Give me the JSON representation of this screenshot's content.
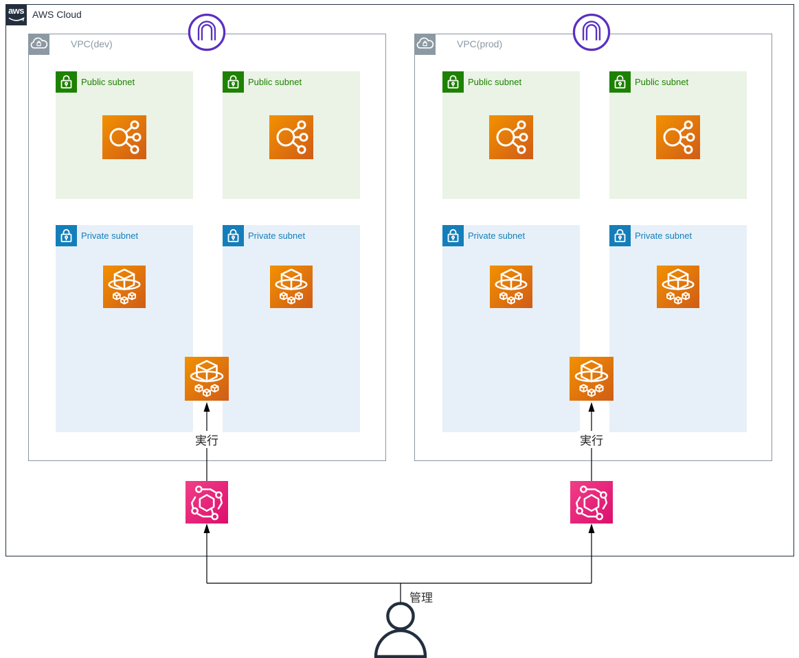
{
  "header": {
    "logo_text": "aws",
    "label": "AWS Cloud"
  },
  "vpcs": [
    {
      "label": "VPC(dev)"
    },
    {
      "label": "VPC(prod)"
    }
  ],
  "labels": {
    "public_subnet": "Public subnet",
    "private_subnet": "Private subnet",
    "execute": "実行",
    "manage": "管理"
  },
  "icons": {
    "vpc_gateway": "vpc-arch-circle-icon",
    "vpc_group": "cloud-lock-icon",
    "public_subnet": "open-lock-icon",
    "private_subnet": "closed-lock-icon",
    "load_balancer": "elastic-load-balancing-icon",
    "container_service": "ecs-service-cube-ring-icon",
    "orchestrator": "systems-manager-hexagon-nodes-icon",
    "user": "person-outline-icon",
    "aws_logo": "aws-smile-logo"
  },
  "colors": {
    "navy": "#232F3E",
    "frame_gray": "#8A949E",
    "group_gray": "#8C99A3",
    "green": "#1D8102",
    "green_bg": "#EAF3E5",
    "blue": "#147EBA",
    "blue_bg": "#E7F0F8",
    "orange_start": "#F29100",
    "orange_end": "#D05C17",
    "pink_start": "#F13E87",
    "pink_end": "#DC0F6E",
    "purple": "#5A30C0",
    "line": "#000000"
  }
}
